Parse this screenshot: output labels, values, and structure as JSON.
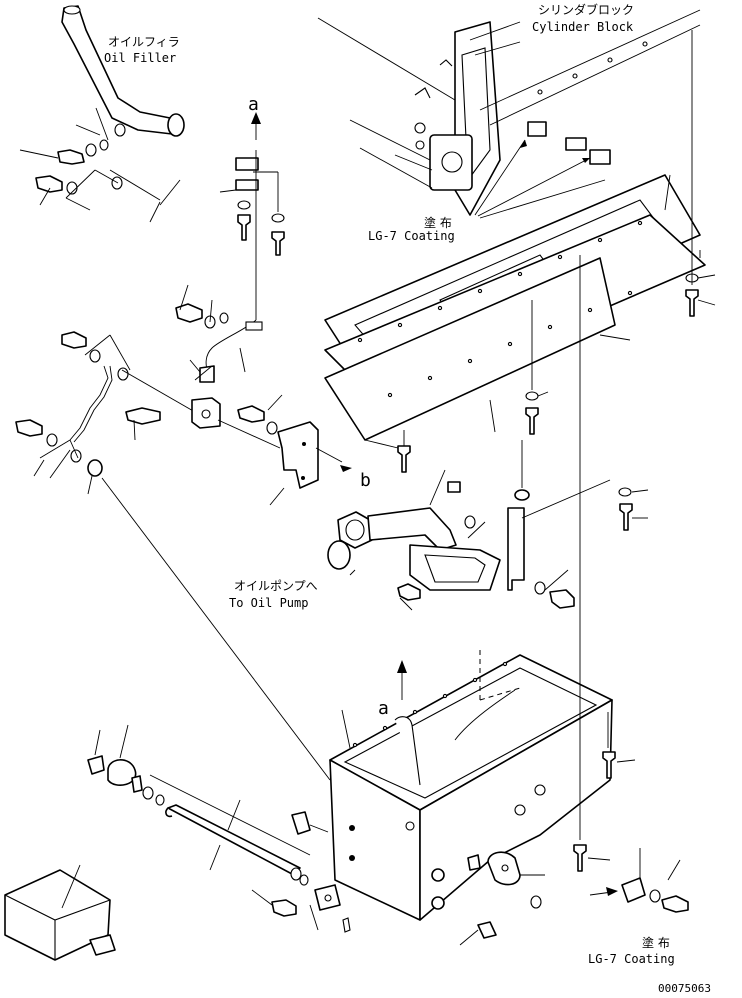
{
  "labels": {
    "cylinder_block_jp": "シリンダブロック",
    "cylinder_block_en": "Cylinder Block",
    "oil_filler_jp": "オイルフィラ",
    "oil_filler_en": "Oil Filler",
    "coating_top_jp": "塗 布",
    "coating_top_en": "LG-7 Coating",
    "to_oil_pump_jp": "オイルポンプへ",
    "to_oil_pump_en": "To Oil Pump",
    "coating_bottom_jp": "塗 布",
    "coating_bottom_en": "LG-7 Coating",
    "ref_a_top": "a",
    "ref_b": "b",
    "ref_a_pan": "a",
    "drawing_number": "00075063"
  }
}
